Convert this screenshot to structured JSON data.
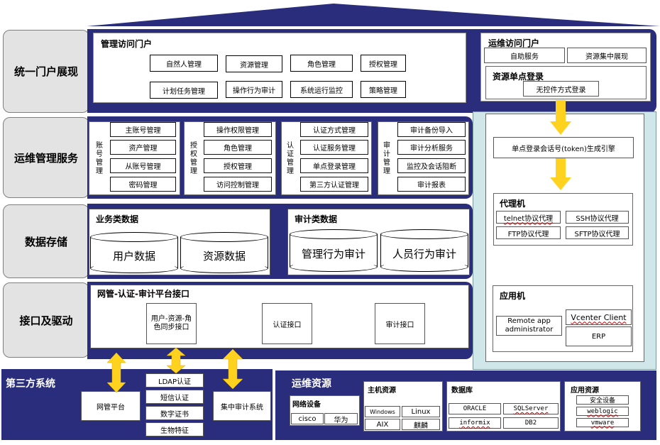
{
  "colors": {
    "navy": "#2a2d7c",
    "light_panel": "#cfe7e8",
    "layer_bg": "#e3e3e3",
    "arrow_fill": "#ffd21f"
  },
  "layers": {
    "portal": "统一门户展现",
    "ops_service": "运维管理服务",
    "storage": "数据存储",
    "interface": "接口及驱动"
  },
  "mgmt_portal": {
    "title": "管理访问门户",
    "row1": [
      "自然人管理",
      "资源管理",
      "角色管理",
      "授权管理"
    ],
    "row2": [
      "计划任务管理",
      "操作行为审计",
      "系统运行监控",
      "策略管理"
    ]
  },
  "ops_portal": {
    "title": "运维访问门户",
    "items": [
      "自助服务",
      "资源集中展现"
    ],
    "sso_title": "资源单点登录",
    "sso_item": "无控件方式登录"
  },
  "services": [
    {
      "label": "账号管理",
      "items": [
        "主账号管理",
        "资产管理",
        "从账号管理",
        "密码管理"
      ]
    },
    {
      "label": "授权管理",
      "items": [
        "操作权限管理",
        "角色管理",
        "授权管理",
        "访问控制管理"
      ]
    },
    {
      "label": "认证管理",
      "items": [
        "认证方式管理",
        "认证服务管理",
        "单点登录管理",
        "第三方认证管理"
      ]
    },
    {
      "label": "审计管理",
      "items": [
        "审计备份导入",
        "审计分析服务",
        "监控及会话阻断",
        "审计报表"
      ]
    }
  ],
  "storage": {
    "business_title": "业务类数据",
    "business": [
      "用户数据",
      "资源数据"
    ],
    "audit_title": "审计类数据",
    "audit": [
      "管理行为审计",
      "人员行为审计"
    ]
  },
  "interface": {
    "title": "网管-认证-审计平台接口",
    "items": [
      "用户-资源-角色同步接口",
      "认证接口",
      "审计接口"
    ]
  },
  "right_column": {
    "engine": "单点登录会话号(token)生成引擎",
    "proxy_title": "代理机",
    "proxies": [
      "telnet协议代理",
      "SSH协议代理",
      "FTP协议代理",
      "SFTP协议代理"
    ],
    "app_title": "应用机",
    "apps": [
      "Remote app administrator",
      "Vcenter Client",
      "ERP"
    ]
  },
  "third_party": {
    "title": "第三方系统",
    "nms": "网管平台",
    "auth": [
      "LDAP认证",
      "短信认证",
      "数字证书",
      "生物特征"
    ],
    "audit_sys": "集中审计系统"
  },
  "ops_resources": {
    "title": "运维资源",
    "network_title": "网络设备",
    "network": [
      "cisco",
      "华为"
    ],
    "host_title": "主机资源",
    "hosts": [
      "Windows",
      "Linux",
      "AIX",
      "麒麟"
    ],
    "db_title": "数据库",
    "dbs": [
      "ORACLE",
      "SQLServer",
      "informix",
      "DB2"
    ],
    "app_title": "应用资源",
    "apps": [
      "安全设备",
      "weblogic",
      "vmware"
    ]
  }
}
